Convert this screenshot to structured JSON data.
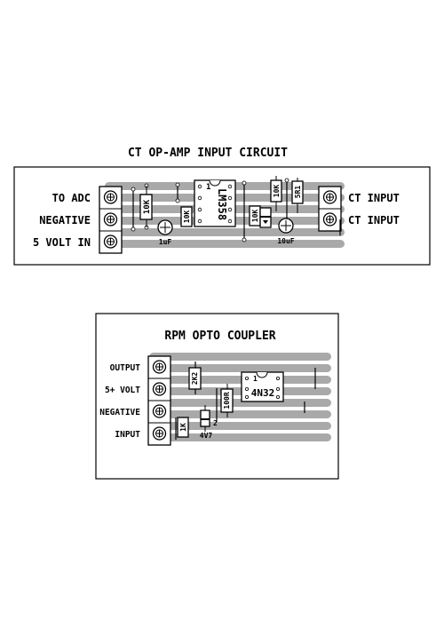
{
  "board1": {
    "title": "CT OP-AMP INPUT CIRCUIT",
    "left_labels": [
      "TO ADC",
      "NEGATIVE",
      "5 VOLT IN"
    ],
    "right_labels": [
      "CT INPUT",
      "CT INPUT"
    ],
    "ic": {
      "name": "LM358",
      "pin": "1"
    },
    "resistors": [
      "10K",
      "10K",
      "10K",
      "10K",
      "5R1"
    ],
    "cap_left": "1uF",
    "cap_right": "10uF"
  },
  "board2": {
    "title": "RPM OPTO COUPLER",
    "left_labels": [
      "OUTPUT",
      "5+ VOLT",
      "NEGATIVE",
      "INPUT"
    ],
    "ic": {
      "name": "4N32",
      "pin": "1"
    },
    "resistors": [
      "2K2",
      "100R",
      "1K"
    ],
    "zener": {
      "label": "4V7",
      "pin": "2"
    }
  }
}
